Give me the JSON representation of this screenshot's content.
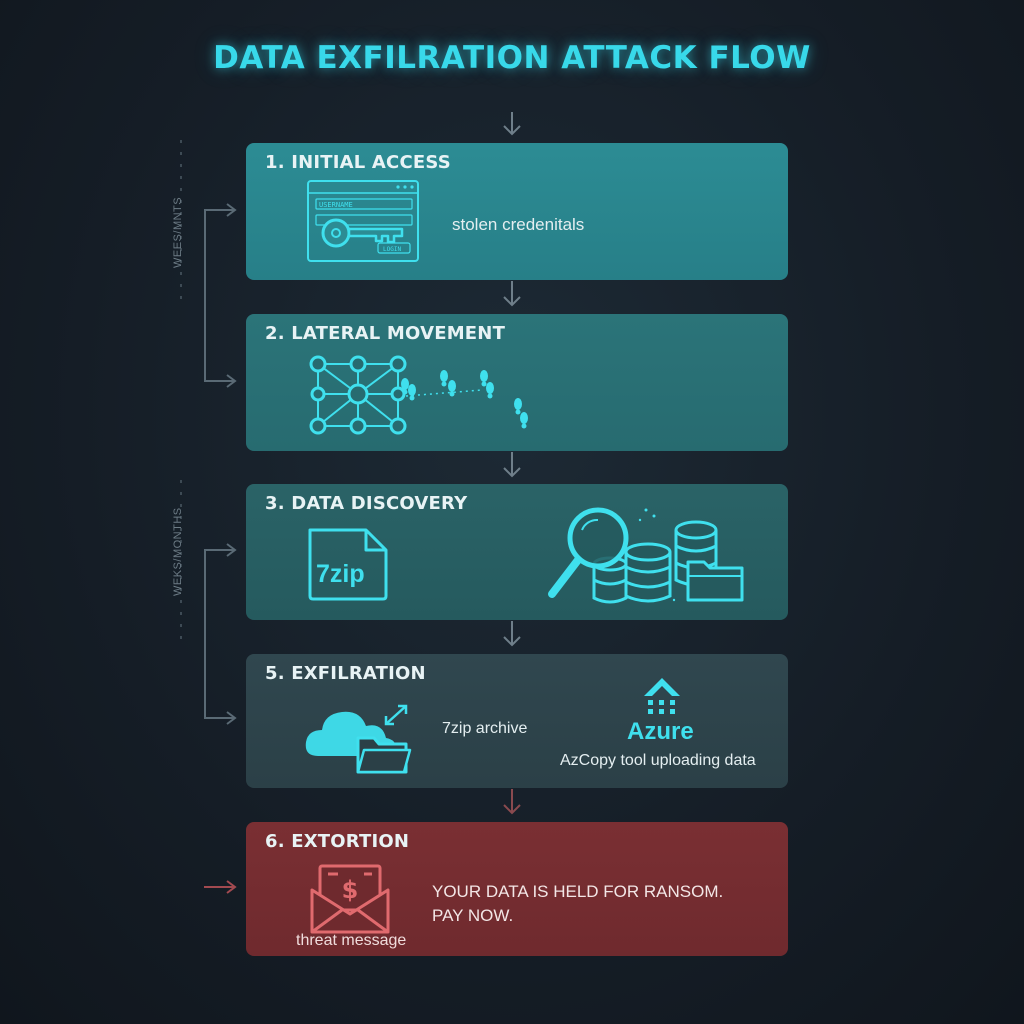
{
  "title": "DATA EXFILRATION ATTACK FLOW",
  "side_labels": {
    "upper": "WEES/MNTS",
    "lower": "WEKS/MONTHS"
  },
  "steps": [
    {
      "title": "1. INITIAL ACCESS",
      "caption": "stolen credenitals",
      "icon": "login-key-icon",
      "icon_labels": [
        "USERNAME",
        "LOGIN"
      ]
    },
    {
      "title": "2. LATERAL MOVEMENT",
      "icon": "network-footsteps-icon"
    },
    {
      "title": "3. DATA DISCOVERY",
      "badge": "7zip",
      "icon": "magnifier-database-icon"
    },
    {
      "title": "5. EXFILRATION",
      "caption": "7zip archive",
      "brand": "Azure",
      "brand_caption": "AzCopy tool uploading data",
      "icon": "cloud-upload-icon"
    },
    {
      "title": "6. EXTORTION",
      "caption": "threat message",
      "message_line1": "YOUR DATA IS HELD FOR RANSOM.",
      "message_line2": "PAY NOW.",
      "icon": "ransom-envelope-icon"
    }
  ],
  "colors": {
    "accent": "#38d9ea",
    "alert": "#e06a6e"
  }
}
